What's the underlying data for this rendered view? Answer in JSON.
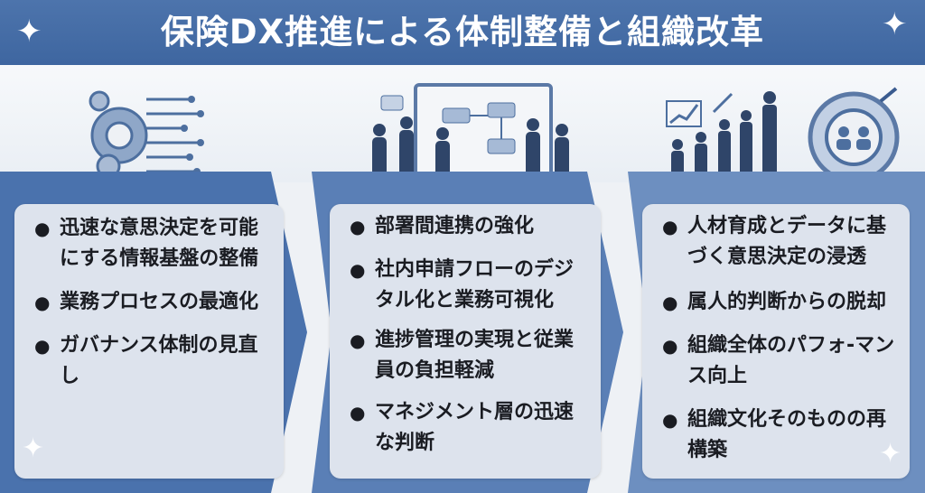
{
  "title": "保険DX推進による体制整備と組織改革",
  "colors": {
    "header": "#4570a8",
    "panel": "#4a72ad",
    "card": "#dde3ed",
    "text": "#1a1c22"
  },
  "columns": [
    {
      "items": [
        "迅速な意思決定を可能にする情報基盤の整備",
        "業務プロセスの最適化",
        "ガバナンス体制の見直し"
      ]
    },
    {
      "items": [
        "部署間連携の強化",
        "社内申請フローのデジタル化と業務可視化",
        "進捗管理の実現と従業員の負担軽減",
        "マネジメント層の迅速な判断"
      ]
    },
    {
      "items": [
        "人材育成とデータに基づく意思決定の浸透",
        "属人的判断からの脱却",
        "組織全体のパフォ-マンス向上",
        "組織文化そのものの再構築"
      ]
    }
  ],
  "icons": [
    "sparkle-icon",
    "gear-circuit-icon",
    "team-whiteboard-icon",
    "people-growth-icon",
    "bullet-icon"
  ]
}
